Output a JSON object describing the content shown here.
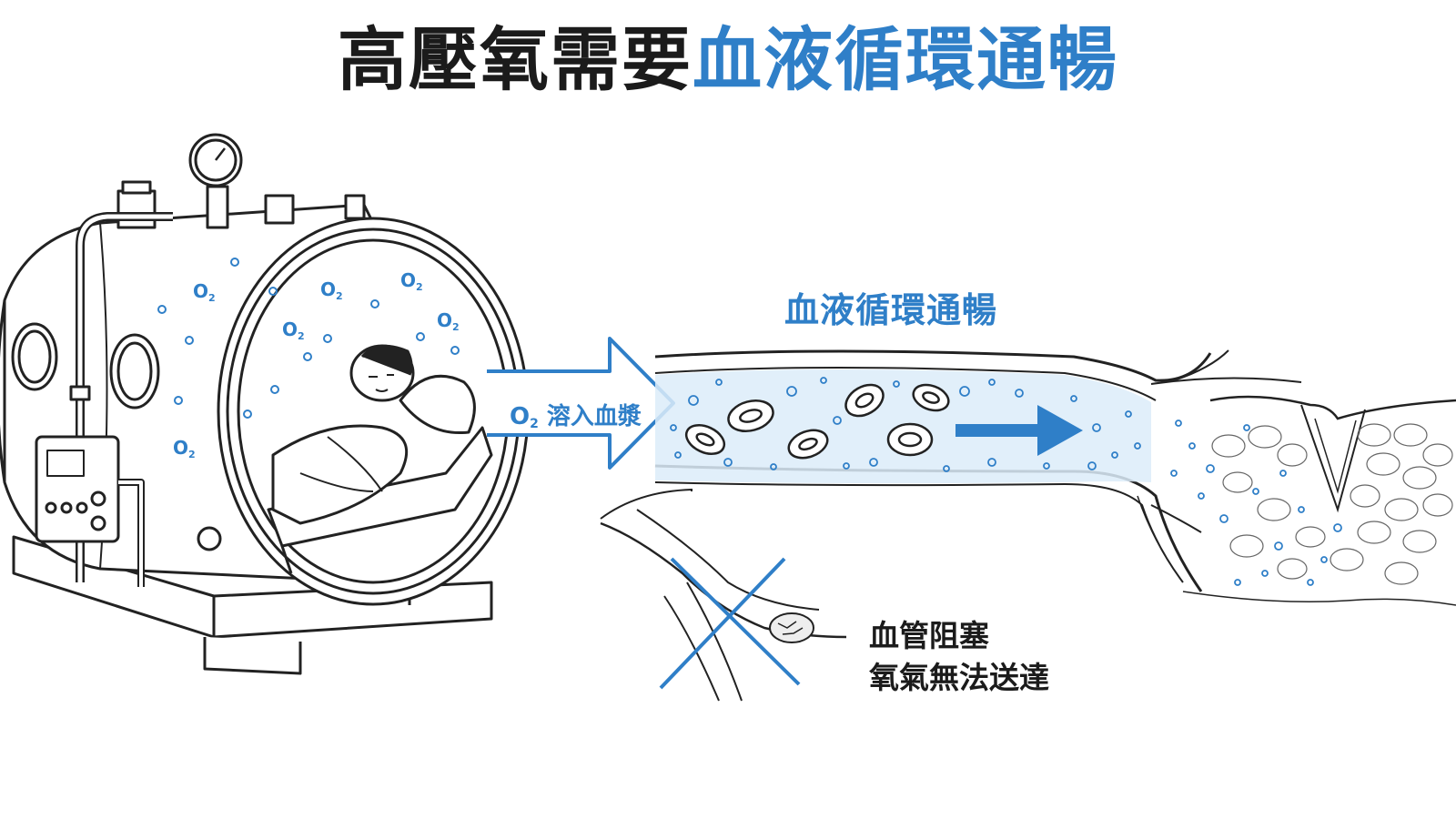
{
  "title": {
    "part1": "高壓氧需要",
    "part2": "血液循環通暢"
  },
  "flow_label": "血液循環通暢",
  "arrow_label": {
    "o": "O",
    "sub": "2",
    "text": "溶入血漿"
  },
  "blocked_label": {
    "line1": "血管阻塞",
    "line2": "氧氣無法送達"
  },
  "o2_marker": {
    "o": "O",
    "sub": "2"
  },
  "colors": {
    "accent": "#2f7fc8",
    "ink": "#1b1b1b",
    "line": "#222222",
    "light_blue": "#dcecf9"
  }
}
